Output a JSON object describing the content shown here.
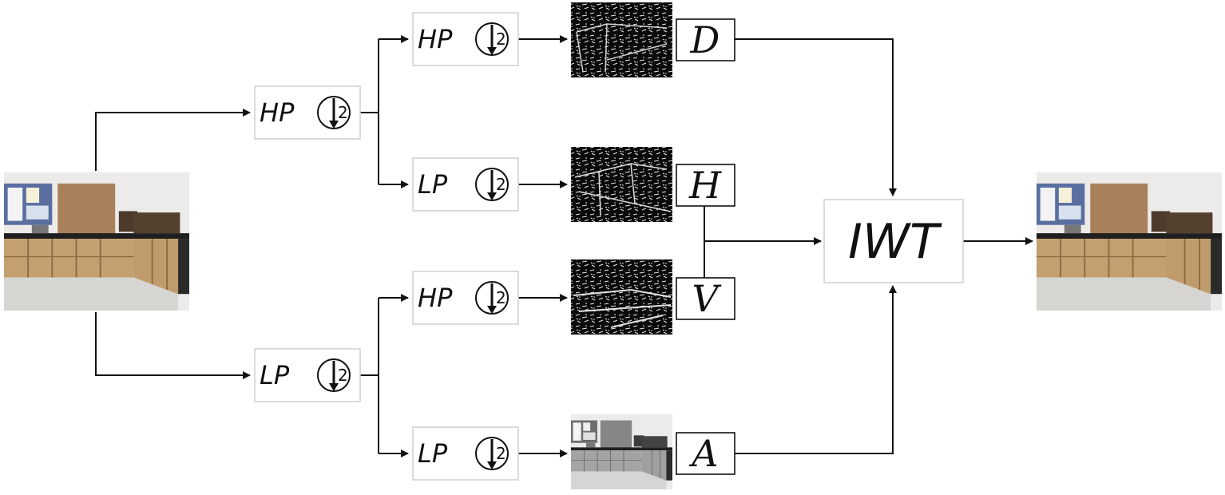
{
  "stage1": {
    "top": {
      "filter": "HP",
      "factor": "2"
    },
    "bottom": {
      "filter": "LP",
      "factor": "2"
    }
  },
  "stage2": {
    "d": {
      "filter": "HP",
      "factor": "2"
    },
    "h": {
      "filter": "LP",
      "factor": "2"
    },
    "v": {
      "filter": "HP",
      "factor": "2"
    },
    "a": {
      "filter": "LP",
      "factor": "2"
    }
  },
  "subbands": {
    "d": "D",
    "h": "H",
    "v": "V",
    "a": "A"
  },
  "iwt": "IWT",
  "colors": {
    "line": "#111111",
    "box_border": "#cfcfcf",
    "subband_border": "#111111"
  }
}
